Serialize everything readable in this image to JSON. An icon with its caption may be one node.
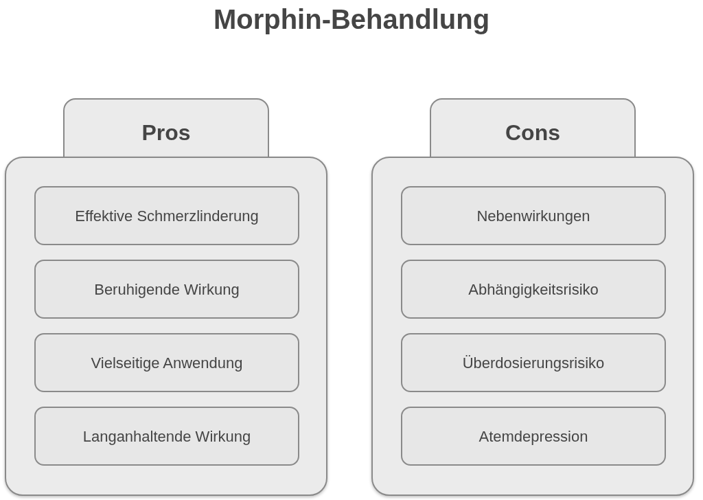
{
  "diagram": {
    "title": "Morphin-Behandlung",
    "nodes": [
      {
        "text": [
          "Pros"
        ]
      },
      {
        "text": [
          "Effektive Schmerzlinderung"
        ],
        "in": 0
      },
      {
        "text": [
          "Beruhigende Wirkung"
        ],
        "in": 0
      },
      {
        "text": [
          "Vielseitige Anwendung"
        ],
        "in": 0
      },
      {
        "text": [
          "Langanhaltende Wirkung"
        ],
        "in": 0
      },
      {
        "text": [
          "Cons"
        ]
      },
      {
        "text": [
          "Nebenwirkungen"
        ],
        "in": 5
      },
      {
        "text": [
          "Abhängigkeitsrisiko"
        ],
        "in": 5
      },
      {
        "text": [
          "Überdosierungsrisiko"
        ],
        "in": 5
      },
      {
        "text": [
          "Atemdepression"
        ],
        "in": 5
      }
    ]
  }
}
